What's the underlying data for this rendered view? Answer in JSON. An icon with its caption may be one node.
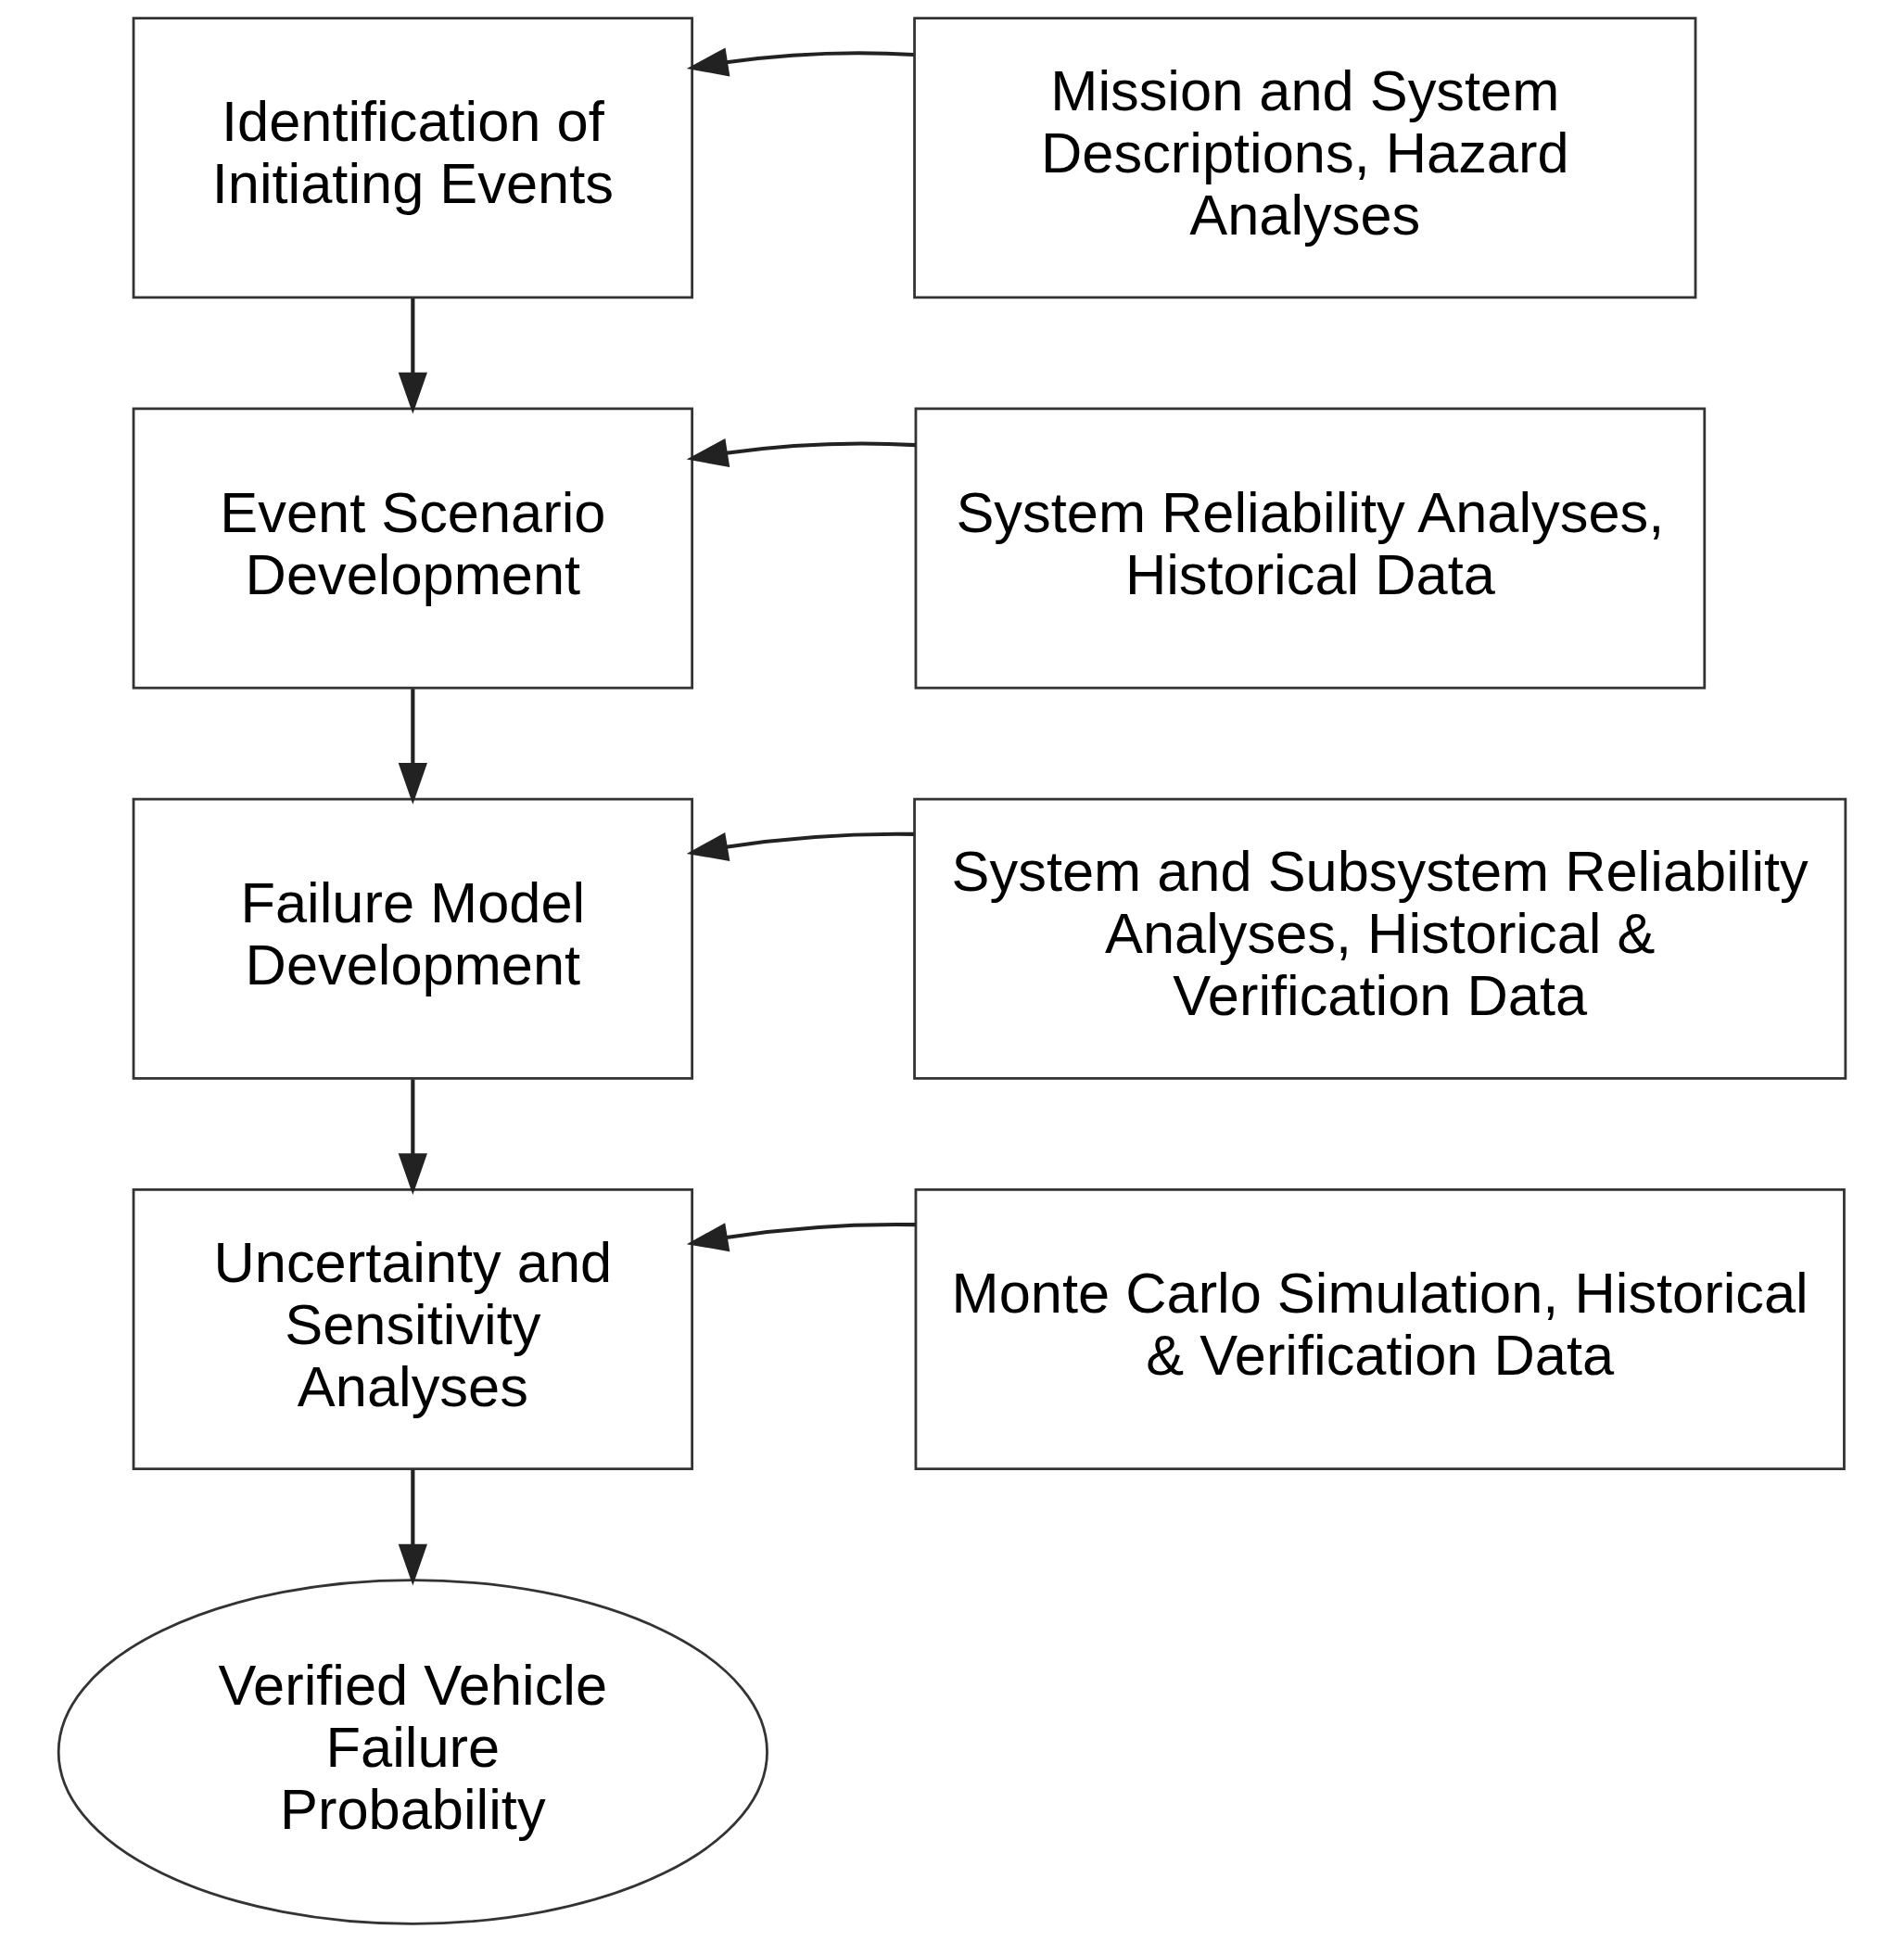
{
  "diagram": {
    "nodes": [
      {
        "text": [
          "Identification of Initiating Events"
        ]
      },
      {
        "text": [
          "Mission and System Descriptions, Hazard Analyses"
        ]
      },
      {
        "text": [
          "Event Scenario Development"
        ]
      },
      {
        "text": [
          "System Reliability Analyses, Historical Data"
        ]
      },
      {
        "text": [
          "Failure Model Development"
        ]
      },
      {
        "text": [
          "System and Subsystem Reliability Analyses, Historical & Verification Data"
        ]
      },
      {
        "text": [
          "Uncertainty and Sensitivity Analyses"
        ]
      },
      {
        "text": [
          "Monte Carlo Simulation, Historical & Verification Data"
        ]
      },
      {
        "text": [
          "Verified Vehicle Failure Probability"
        ]
      }
    ],
    "edges": [
      {
        "from": 1,
        "to": 0,
        "arrow": "to"
      },
      {
        "from": 0,
        "to": 2,
        "arrow": "to"
      },
      {
        "from": 3,
        "to": 2,
        "arrow": "to"
      },
      {
        "from": 2,
        "to": 4,
        "arrow": "to"
      },
      {
        "from": 5,
        "to": 4,
        "arrow": "to"
      },
      {
        "from": 4,
        "to": 6,
        "arrow": "to"
      },
      {
        "from": 7,
        "to": 6,
        "arrow": "to"
      },
      {
        "from": 6,
        "to": 8,
        "arrow": "to"
      }
    ]
  }
}
